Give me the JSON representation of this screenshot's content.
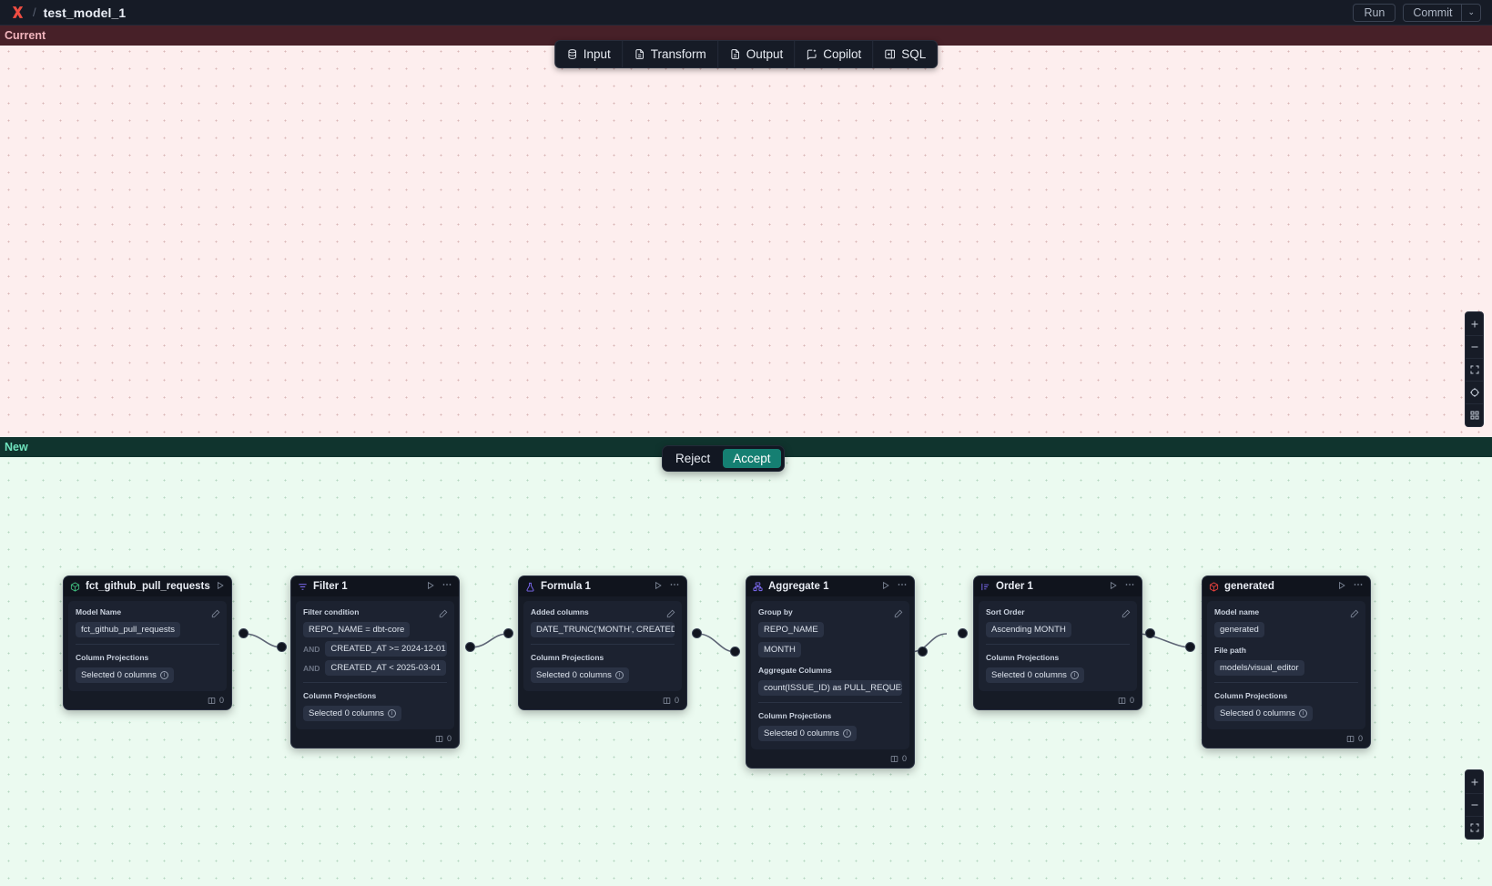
{
  "topbar": {
    "logo_icon": "app-logo-icon",
    "separator": "/",
    "title": "test_model_1",
    "run_label": "Run",
    "commit_label": "Commit",
    "commit_caret": "⌄"
  },
  "modebar": {
    "items": [
      {
        "label": "Input",
        "icon": "database-icon"
      },
      {
        "label": "Transform",
        "icon": "document-icon"
      },
      {
        "label": "Output",
        "icon": "document-icon"
      },
      {
        "label": "Copilot",
        "icon": "copilot-sparkle-icon"
      },
      {
        "label": "SQL",
        "icon": "sql-panel-icon"
      }
    ]
  },
  "bands": {
    "current_label": "Current",
    "new_label": "New"
  },
  "decision": {
    "reject_label": "Reject",
    "accept_label": "Accept",
    "accept_color": "#157f72"
  },
  "zoom_controls": {
    "top": [
      "plus-icon",
      "minus-icon",
      "fit-screen-icon",
      "recenter-icon",
      "grid-icon"
    ],
    "bottom": [
      "plus-icon",
      "minus-icon",
      "fit-screen-icon"
    ]
  },
  "nodes": [
    {
      "id": "source",
      "title": "fct_github_pull_requests",
      "icon": "cube-green-icon",
      "row_count": "0",
      "sections": [
        {
          "label": "Model Name",
          "chips": [
            "fct_github_pull_requests"
          ]
        },
        {
          "label": "Column Projections",
          "chips": [
            "Selected 0 columns"
          ],
          "info": true
        }
      ]
    },
    {
      "id": "filter",
      "title": "Filter 1",
      "icon": "filter-purple-icon",
      "row_count": "0",
      "sections": [
        {
          "label": "Filter condition",
          "conditions": [
            {
              "op": "",
              "text": "REPO_NAME = dbt-core"
            },
            {
              "op": "AND",
              "text": "CREATED_AT >= 2024-12-01"
            },
            {
              "op": "AND",
              "text": "CREATED_AT < 2025-03-01"
            }
          ]
        },
        {
          "label": "Column Projections",
          "chips": [
            "Selected 0 columns"
          ],
          "info": true
        }
      ]
    },
    {
      "id": "formula",
      "title": "Formula 1",
      "icon": "flask-purple-icon",
      "row_count": "0",
      "sections": [
        {
          "label": "Added columns",
          "chips": [
            "DATE_TRUNC('MONTH', CREATED_AT..."
          ]
        },
        {
          "label": "Column Projections",
          "chips": [
            "Selected 0 columns"
          ],
          "info": true
        }
      ]
    },
    {
      "id": "aggregate",
      "title": "Aggregate 1",
      "icon": "aggregate-purple-icon",
      "row_count": "0",
      "sections": [
        {
          "label": "Group by",
          "chips": [
            "REPO_NAME",
            "MONTH"
          ]
        },
        {
          "label": "Aggregate Columns",
          "chips": [
            "count(ISSUE_ID) as PULL_REQUEST_..."
          ]
        },
        {
          "label": "Column Projections",
          "chips": [
            "Selected 0 columns"
          ],
          "info": true
        }
      ]
    },
    {
      "id": "order",
      "title": "Order 1",
      "icon": "sort-purple-icon",
      "row_count": "0",
      "sections": [
        {
          "label": "Sort Order",
          "chips": [
            "Ascending MONTH"
          ]
        },
        {
          "label": "Column Projections",
          "chips": [
            "Selected 0 columns"
          ],
          "info": true
        }
      ]
    },
    {
      "id": "generated",
      "title": "generated",
      "icon": "cube-red-icon",
      "row_count": "0",
      "sections": [
        {
          "label": "Model name",
          "chips": [
            "generated"
          ]
        },
        {
          "label": "File path",
          "chips": [
            "models/visual_editor"
          ]
        },
        {
          "label": "Column Projections",
          "chips": [
            "Selected 0 columns"
          ],
          "info": true
        }
      ]
    }
  ]
}
